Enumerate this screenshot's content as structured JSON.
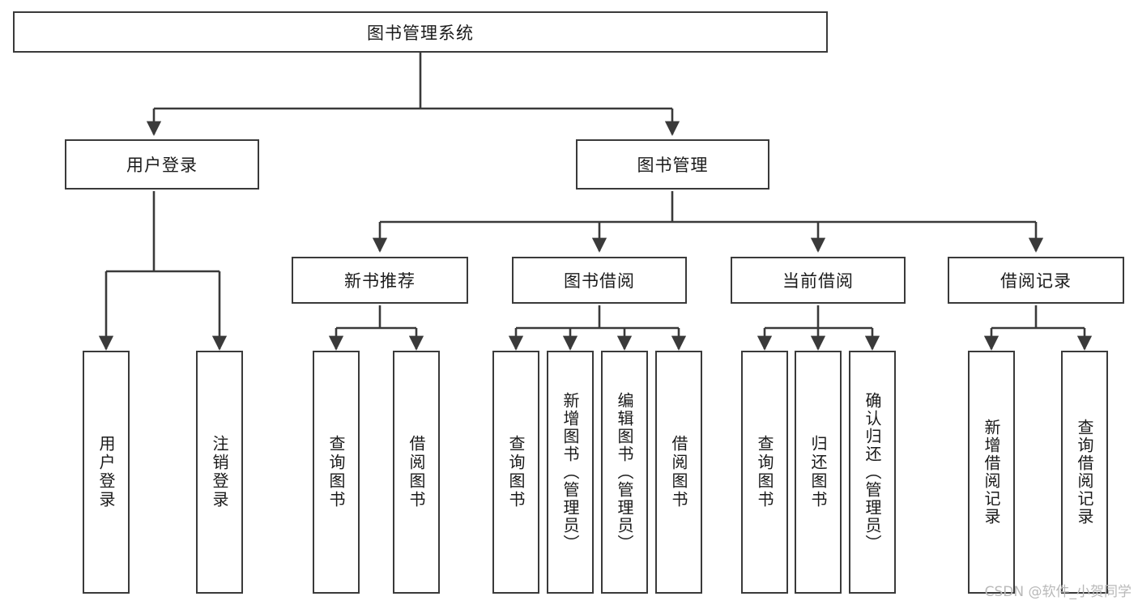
{
  "diagram": {
    "type": "tree-hierarchy-chart",
    "title": "图书管理系统",
    "watermark": "CSDN @软件_小贺同学",
    "colors": {
      "box_border": "#3a3a3a",
      "box_fill": "#ffffff",
      "connector": "#3a3a3a",
      "text": "#1a1a1a",
      "watermark": "#b9b9b9"
    },
    "root": {
      "label": "图书管理系统"
    },
    "level2": [
      {
        "label": "用户登录"
      },
      {
        "label": "图书管理"
      }
    ],
    "level3": [
      {
        "label": "新书推荐"
      },
      {
        "label": "图书借阅"
      },
      {
        "label": "当前借阅"
      },
      {
        "label": "借阅记录"
      }
    ],
    "leaves_user_login": [
      {
        "label": "用户登录"
      },
      {
        "label": "注销登录"
      }
    ],
    "leaves_new_books": [
      {
        "label": "查询图书"
      },
      {
        "label": "借阅图书"
      }
    ],
    "leaves_book_borrow": [
      {
        "label": "查询图书"
      },
      {
        "label": "新增图书（管理员）"
      },
      {
        "label": "编辑图书（管理员）"
      },
      {
        "label": "借阅图书"
      }
    ],
    "leaves_current_borrow": [
      {
        "label": "查询图书"
      },
      {
        "label": "归还图书"
      },
      {
        "label": "确认归还（管理员）"
      }
    ],
    "leaves_borrow_records": [
      {
        "label": "新增借阅记录"
      },
      {
        "label": "查询借阅记录"
      }
    ]
  }
}
